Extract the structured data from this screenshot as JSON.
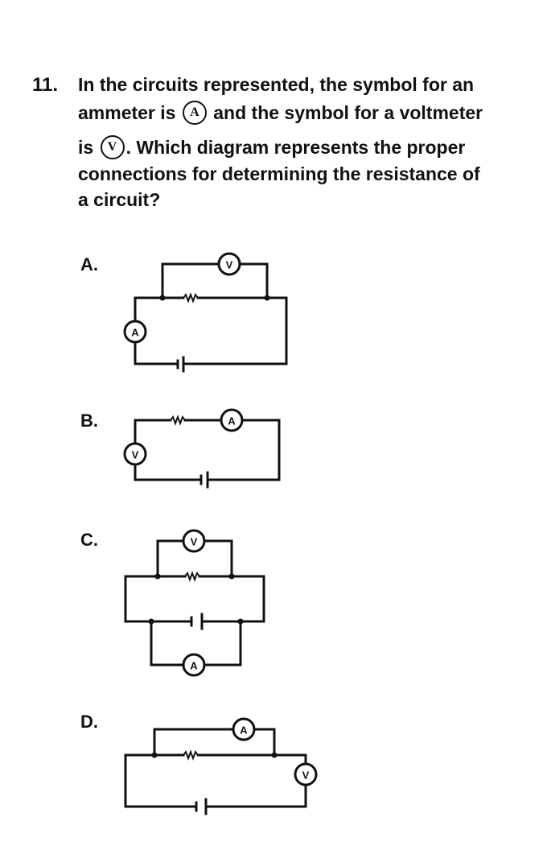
{
  "question": {
    "number": "11.",
    "line1": "In the circuits represented, the symbol for an",
    "line2_pre": "ammeter is",
    "line2_post": "and the symbol for a voltmeter",
    "line3_pre": "is",
    "line3_post": ". Which diagram represents the proper",
    "line4": "connections for determining the resistance of",
    "line5": "a circuit?",
    "ammeter_symbol": "A",
    "voltmeter_symbol": "V"
  },
  "options": [
    {
      "label": "A.",
      "ammeter": "A",
      "voltmeter": "V"
    },
    {
      "label": "B.",
      "ammeter": "A",
      "voltmeter": "V"
    },
    {
      "label": "C.",
      "ammeter": "A",
      "voltmeter": "V"
    },
    {
      "label": "D.",
      "ammeter": "A",
      "voltmeter": "V"
    }
  ]
}
